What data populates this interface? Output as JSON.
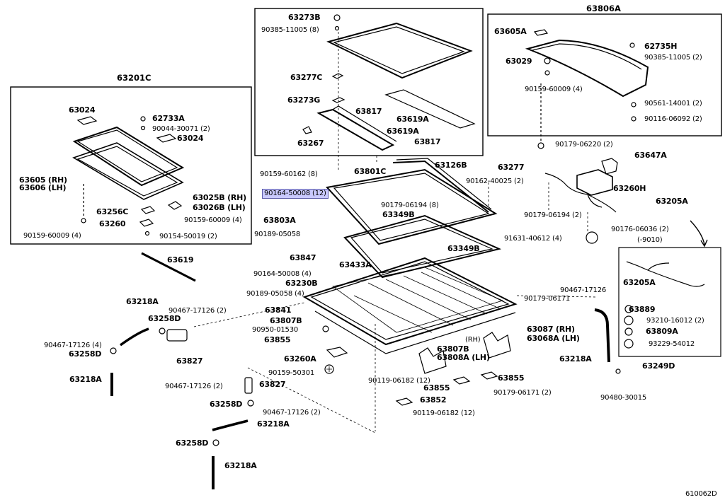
{
  "diagram": {
    "code": "610062D",
    "highlighted": "90164-50008 (12)",
    "boxes": {
      "left": "63201C",
      "center": "63801C",
      "right": "63806A"
    },
    "labels": {
      "l63273B": "63273B",
      "l90385_8": "90385-11005 (8)",
      "l63277C": "63277C",
      "l63273G": "63273G",
      "l63817a": "63817",
      "l63619Aa": "63619A",
      "l63619Ab": "63619A",
      "l63267": "63267",
      "l63817b": "63817",
      "l63806A": "63806A",
      "l63605A": "63605A",
      "l62735H": "62735H",
      "l90385_2": "90385-11005 (2)",
      "l63029": "63029",
      "l90159_4r": "90159-60009 (4)",
      "l90561": "90561-14001 (2)",
      "l90116": "90116-06092 (2)",
      "l90179_06220": "90179-06220 (2)",
      "l63201C": "63201C",
      "l63024a": "63024",
      "l62733A": "62733A",
      "l90044": "90044-30071 (2)",
      "l63024b": "63024",
      "l63605": "63605 (RH)",
      "l63606": "63606 (LH)",
      "l63025B": "63025B (RH)",
      "l63026B": "63026B (LH)",
      "l63256C": "63256C",
      "l90159_4b": "90159-60009 (4)",
      "l63260": "63260",
      "l90159_4c": "90159-60009 (4)",
      "l90154": "90154-50019 (2)",
      "l63619": "63619",
      "l90159_60162": "90159-60162 (8)",
      "l63801C": "63801C",
      "l63126B": "63126B",
      "l63277": "63277",
      "l63647A": "63647A",
      "l90162": "90162-40025 (2)",
      "l90164a": "90164-50008 (12)",
      "l90179_8": "90179-06194 (8)",
      "l63349Ba": "63349B",
      "l63260H": "63260H",
      "l63205Aa": "63205A",
      "l63803A": "63803A",
      "l90179_2": "90179-06194 (2)",
      "l90176": "90176-06036 (2)",
      "l90189a": "90189-05058",
      "l91631": "91631-40612 (4)",
      "l9010": "(-9010)",
      "l63847": "63847",
      "l63349Bb": "63349B",
      "l63433A": "63433A",
      "l63205Ab": "63205A",
      "l90164b": "90164-50008 (4)",
      "l63230B": "63230B",
      "l90189b": "90189-05058 (4)",
      "l90467a": "90467-17126",
      "l90179_06171a": "90179-06171",
      "l63218Aa": "63218A",
      "l63841": "63841",
      "l90467b": "90467-17126 (2)",
      "l63258Da": "63258D",
      "l63807B": "63807B",
      "l90950": "90950-01530",
      "l63889": "63889",
      "l93210": "93210-16012 (2)",
      "l63855a": "63855",
      "l63087": "63087 (RH)",
      "l63068A": "63068A (LH)",
      "l63809A": "63809A",
      "l90467c": "90467-17126 (4)",
      "l63258Db": "63258D",
      "l63827a": "63827",
      "l63260A": "63260A",
      "l63807Bb": "63807B",
      "l63808A": "63808A (LH)",
      "lRH": "(RH)",
      "l93229": "93229-54012",
      "l63218Ab": "63218A",
      "l63249D": "63249D",
      "l90159_50301": "90159-50301",
      "l63218Ac": "63218A",
      "l90119a": "90119-06182 (12)",
      "l63855b": "63855",
      "l90467d": "90467-17126 (2)",
      "l63827b": "63827",
      "l63855c": "63855",
      "l90179_06171b": "90179-06171 (2)",
      "l90480": "90480-30015",
      "l63258Dc": "63258D",
      "l90467e": "90467-17126 (2)",
      "l63852": "63852",
      "l90119b": "90119-06182 (12)",
      "l63218Ad": "63218A",
      "l63258Dd": "63258D",
      "l63218Ae": "63218A"
    }
  }
}
